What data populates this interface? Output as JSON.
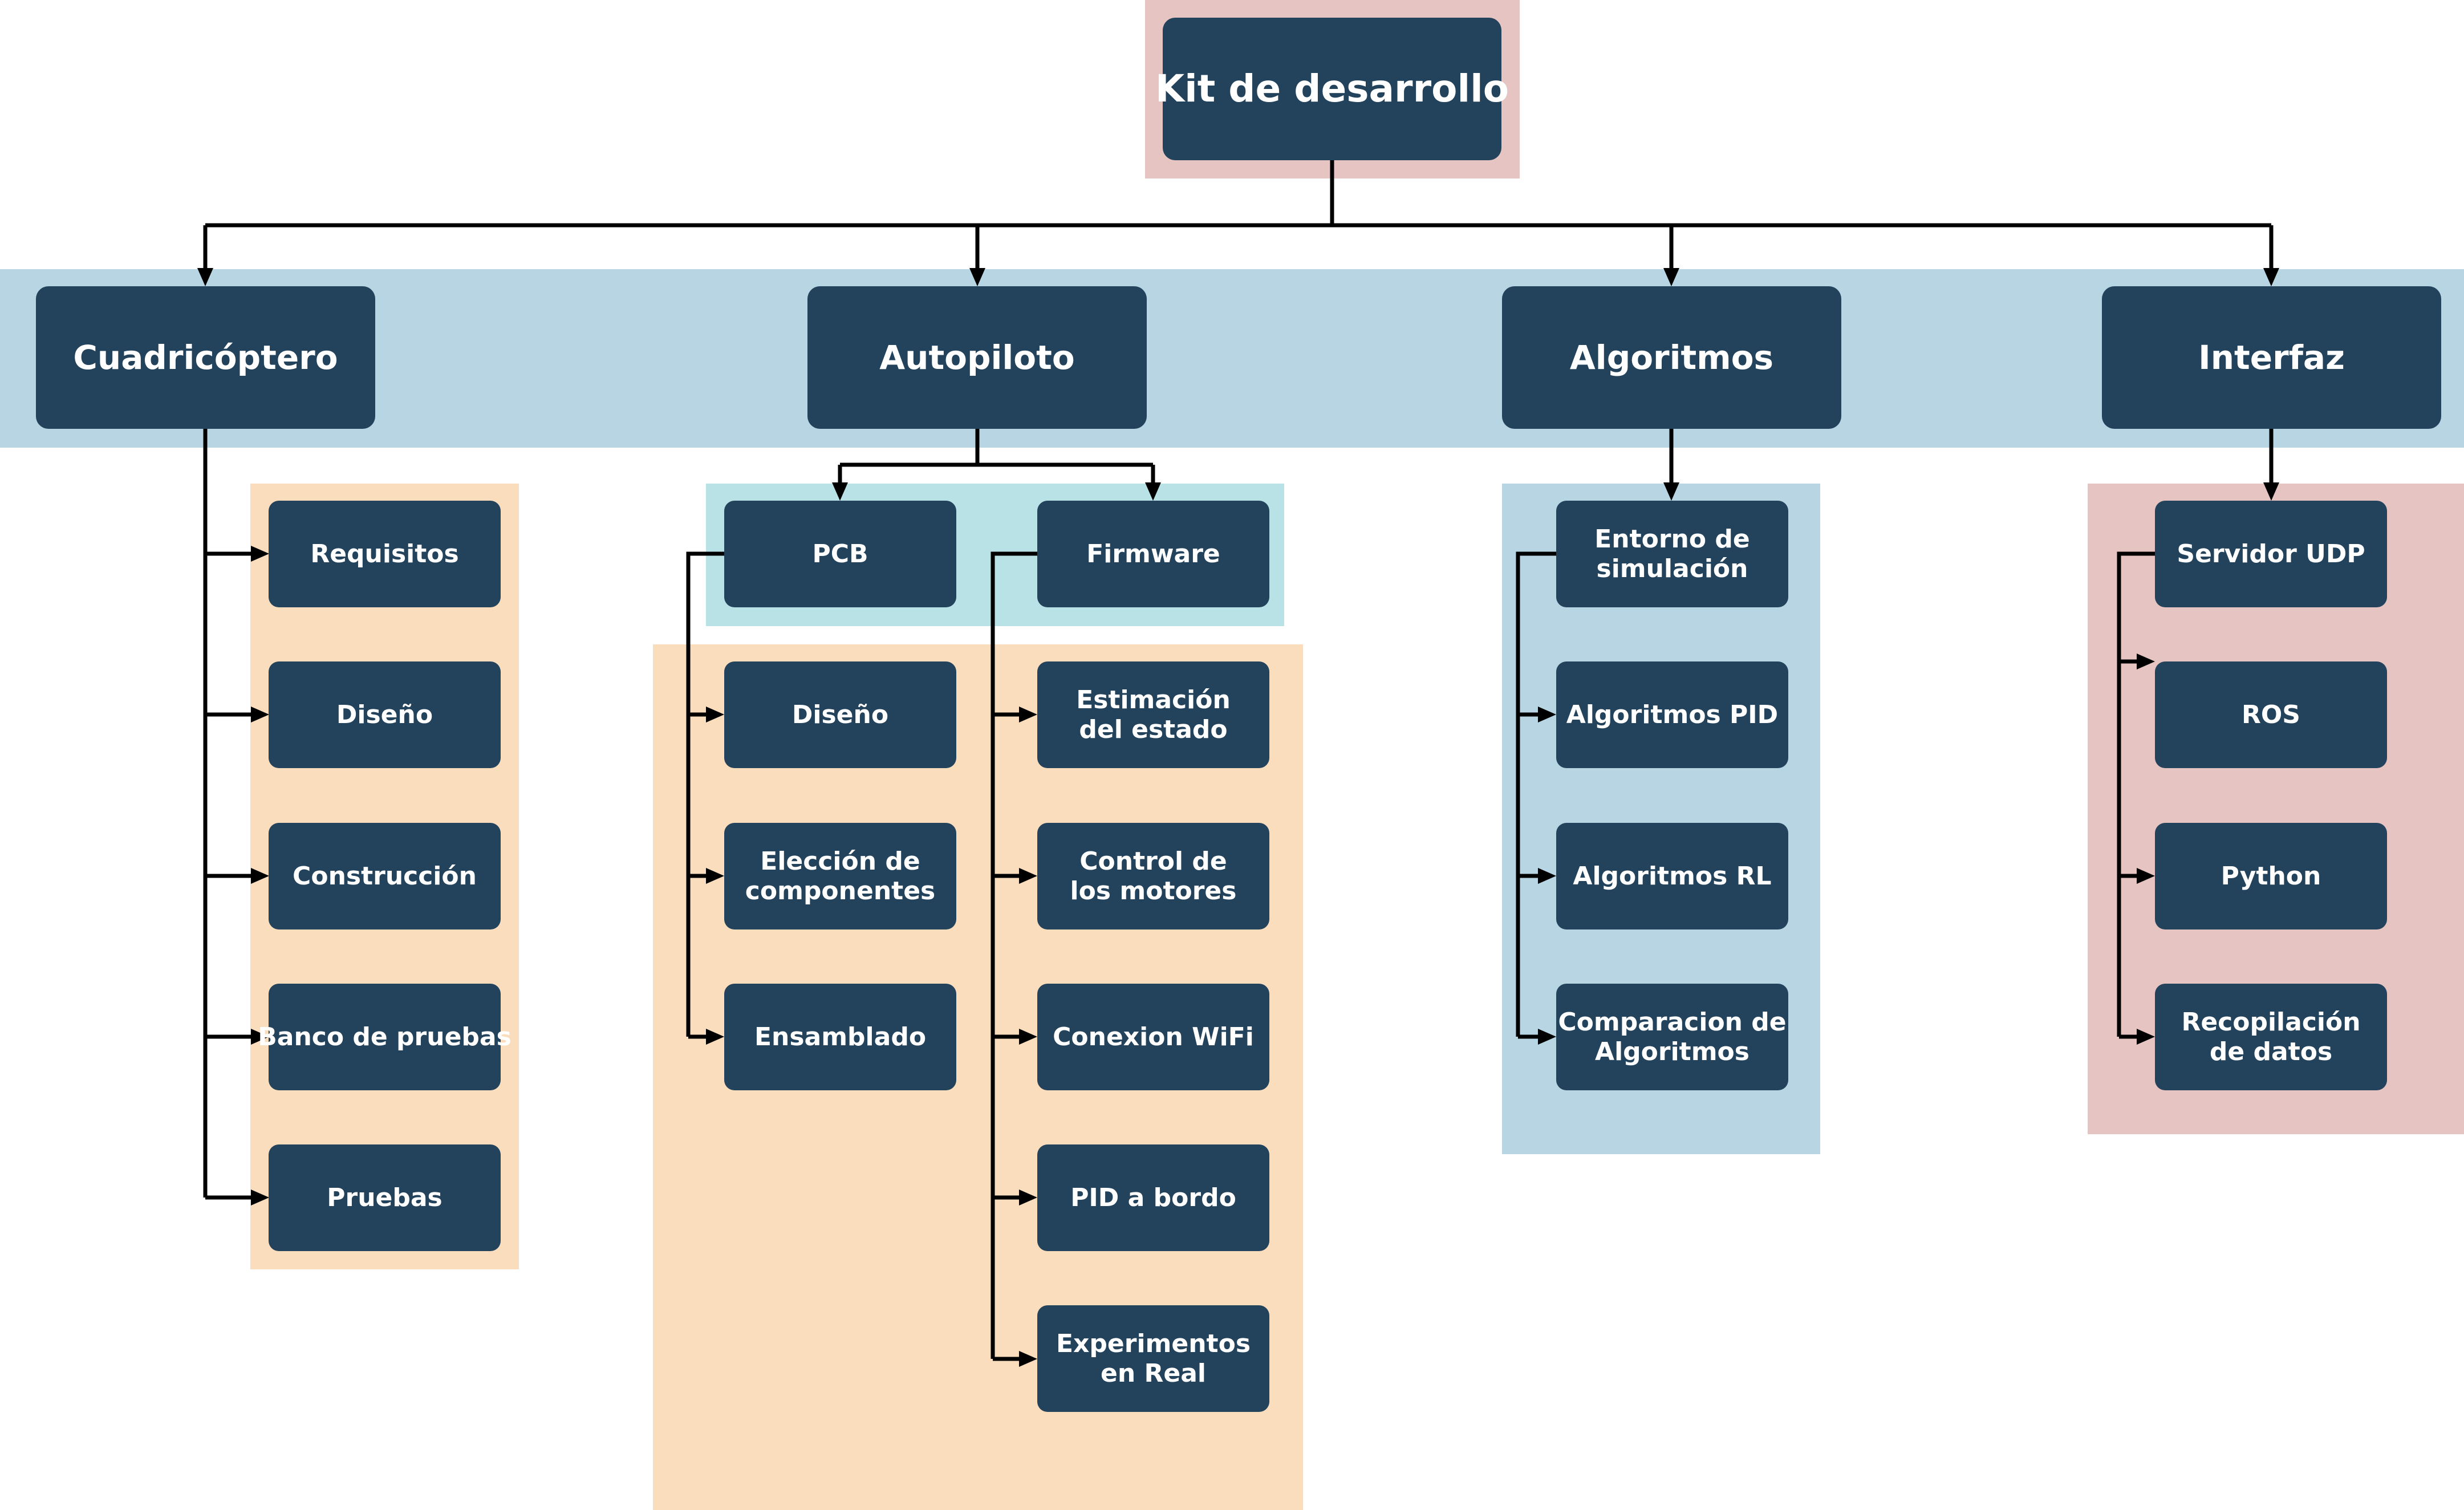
{
  "colors": {
    "node": "#23425b",
    "node_text": "#ffffff",
    "band_blue": "#b7d5e2",
    "band_peach": "#f9ddbd",
    "band_pink": "#e6c4c1",
    "band_teal": "#b8e2e5",
    "connector": "#000000"
  },
  "root": {
    "label": "Kit de desarrollo"
  },
  "categories": [
    {
      "label": "Cuadricóptero"
    },
    {
      "label": "Autopiloto"
    },
    {
      "label": "Algoritmos"
    },
    {
      "label": "Interfaz"
    }
  ],
  "cuadricoptero": {
    "items": [
      "Requisitos",
      "Diseño",
      "Construcción",
      "Banco de pruebas",
      "Pruebas"
    ]
  },
  "autopiloto": {
    "pcb": {
      "label": "PCB",
      "items": [
        "Diseño",
        "Elección de\ncomponentes",
        "Ensamblado"
      ]
    },
    "firmware": {
      "label": "Firmware",
      "items": [
        "Estimación\ndel estado",
        "Control de\nlos motores",
        "Conexion WiFi",
        "PID a bordo",
        "Experimentos\nen Real"
      ]
    }
  },
  "algoritmos": {
    "items": [
      "Entorno de\nsimulación",
      "Algoritmos PID",
      "Algoritmos RL",
      "Comparacion de\nAlgoritmos"
    ]
  },
  "interfaz": {
    "items": [
      "Servidor UDP",
      "ROS",
      "Python",
      "Recopilación\nde datos"
    ]
  }
}
